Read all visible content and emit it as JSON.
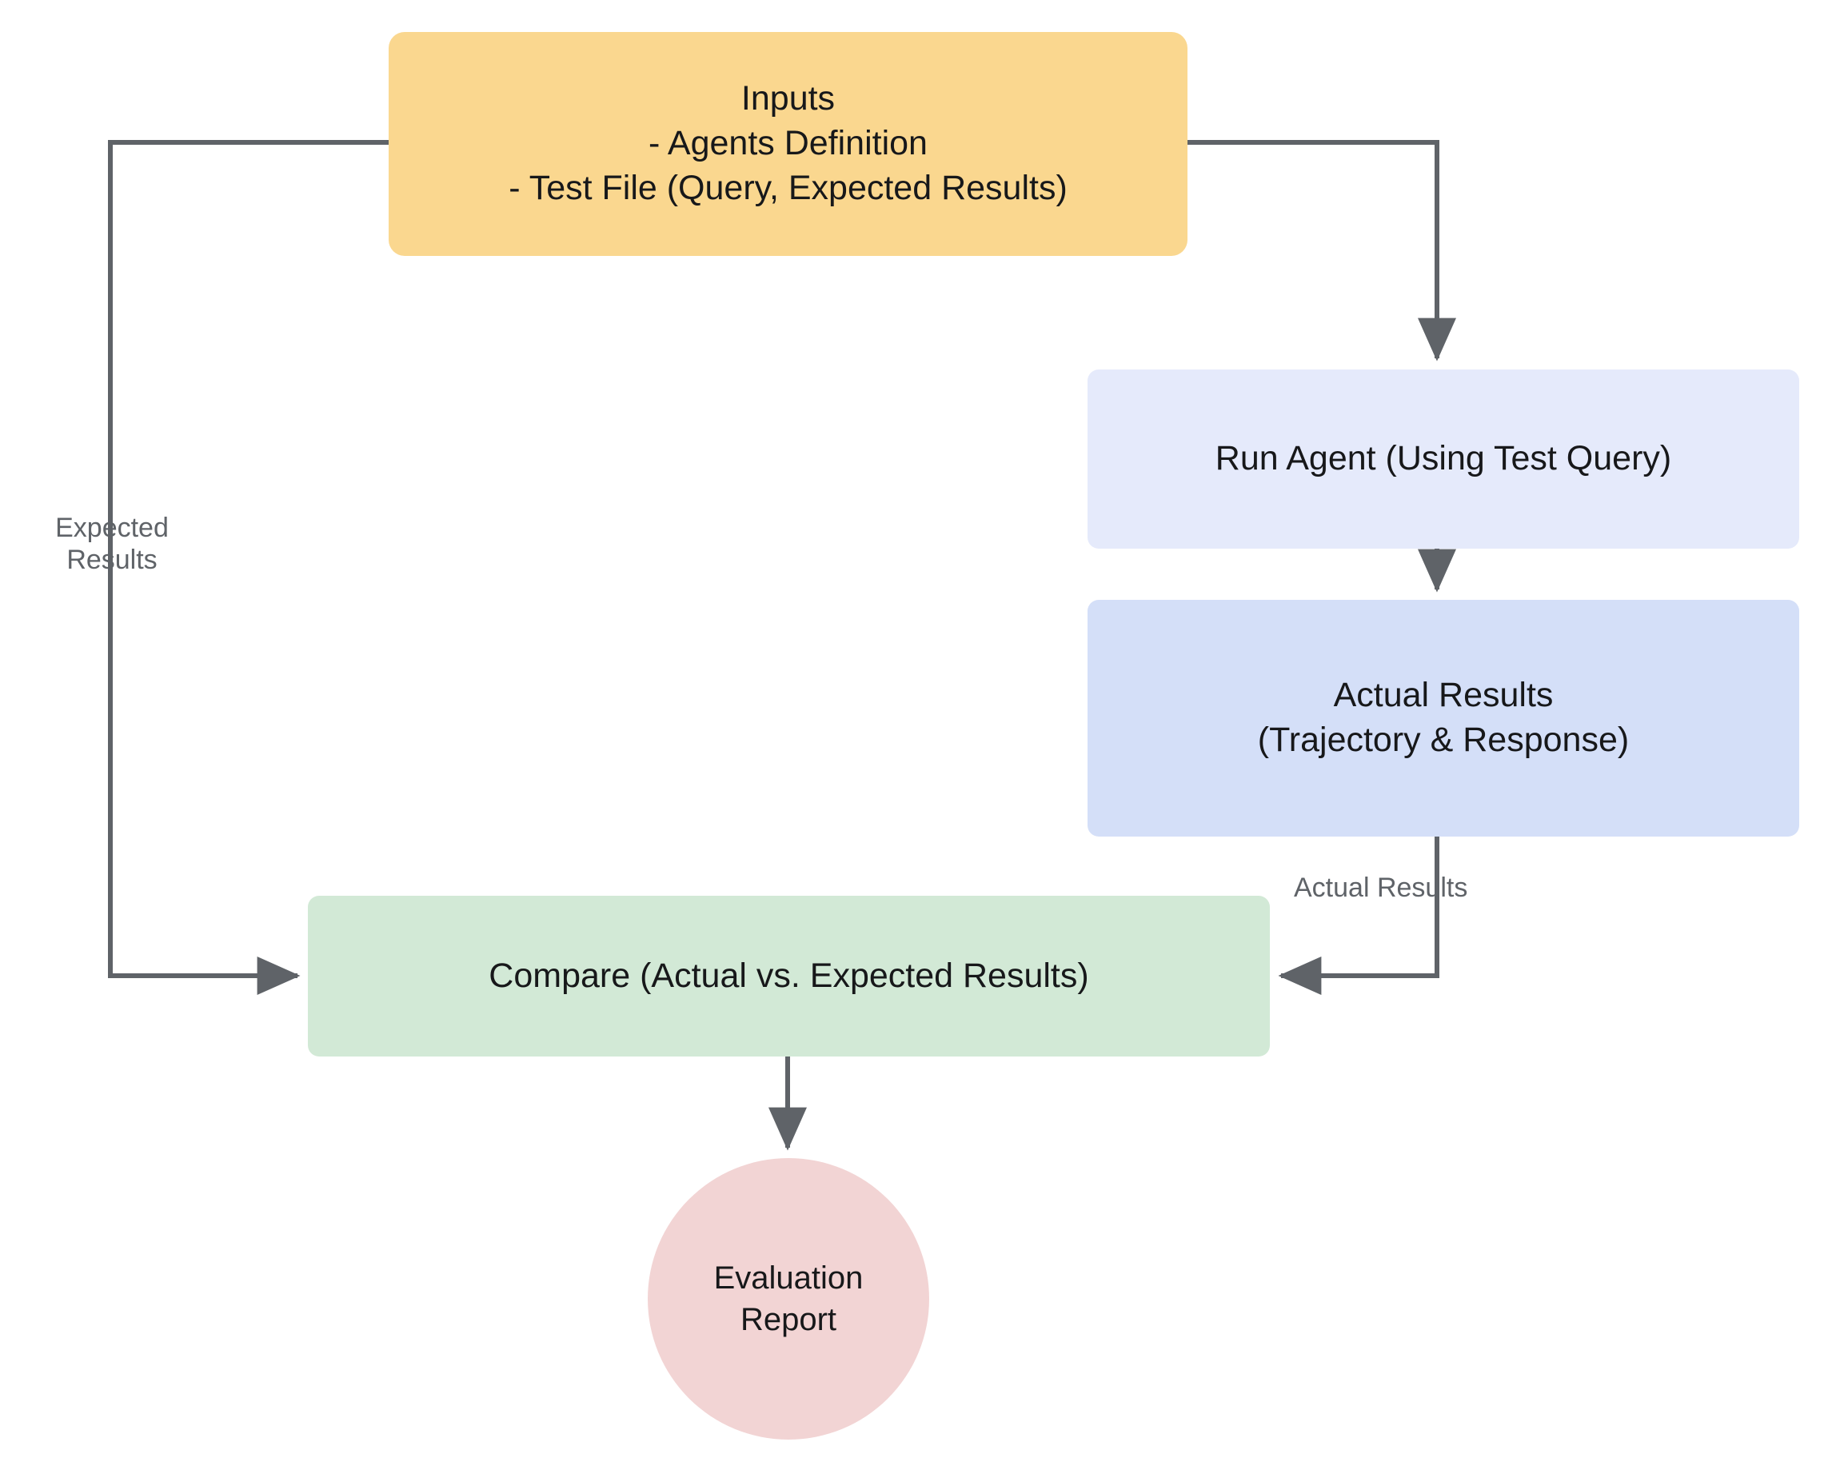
{
  "diagram": {
    "title": "Agent Evaluation Flow",
    "background": "#ffffff",
    "connector_color": "#5f6368",
    "nodes": [
      {
        "id": "inputs",
        "shape": "rounded-rect",
        "label": "Inputs\n- Agents Definition\n- Test File (Query, Expected Results)",
        "color": "#fad78f"
      },
      {
        "id": "run-agent",
        "shape": "rounded-rect",
        "label": "Run Agent (Using Test Query)",
        "color": "#e5eafb"
      },
      {
        "id": "actual-results",
        "shape": "rounded-rect",
        "label": "Actual Results\n(Trajectory & Response)",
        "color": "#d4dff8"
      },
      {
        "id": "compare",
        "shape": "rounded-rect",
        "label": "Compare (Actual vs. Expected Results)",
        "color": "#d2e9d6"
      },
      {
        "id": "report",
        "shape": "circle",
        "label": "Evaluation\nReport",
        "color": "#f2d4d4"
      }
    ],
    "edges": [
      {
        "id": "inputs-to-compare",
        "from": "inputs",
        "to": "compare",
        "label": "Expected\nResults"
      },
      {
        "id": "inputs-to-run-agent",
        "from": "inputs",
        "to": "run-agent",
        "label": ""
      },
      {
        "id": "run-agent-to-actual-results",
        "from": "run-agent",
        "to": "actual-results",
        "label": ""
      },
      {
        "id": "actual-results-to-compare",
        "from": "actual-results",
        "to": "compare",
        "label": "Actual Results"
      },
      {
        "id": "compare-to-report",
        "from": "compare",
        "to": "report",
        "label": ""
      }
    ]
  }
}
